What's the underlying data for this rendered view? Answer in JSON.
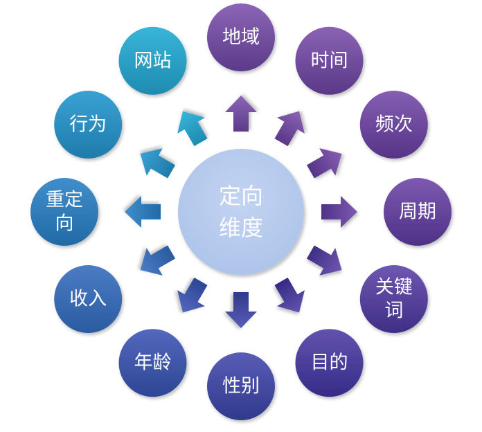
{
  "diagram": {
    "center": {
      "label_lines": [
        "定向",
        "维度"
      ],
      "fill": "#aec4ea"
    },
    "nodes": [
      {
        "label_lines": [
          "地域"
        ],
        "color_top": "#8c65b6",
        "color_bottom": "#5b3b8a"
      },
      {
        "label_lines": [
          "时间"
        ],
        "color_top": "#8a62b4",
        "color_bottom": "#5a3888"
      },
      {
        "label_lines": [
          "频次"
        ],
        "color_top": "#855eb2",
        "color_bottom": "#553486"
      },
      {
        "label_lines": [
          "周期"
        ],
        "color_top": "#7d5ab0",
        "color_bottom": "#4e3186"
      },
      {
        "label_lines": [
          "关键",
          "词"
        ],
        "color_top": "#6f57b0",
        "color_bottom": "#3f2e86"
      },
      {
        "label_lines": [
          "目的"
        ],
        "color_top": "#6253ae",
        "color_bottom": "#352b86"
      },
      {
        "label_lines": [
          "性别"
        ],
        "color_top": "#5a5cb6",
        "color_bottom": "#2f3a8c"
      },
      {
        "label_lines": [
          "年龄"
        ],
        "color_top": "#5468bc",
        "color_bottom": "#2c4694"
      },
      {
        "label_lines": [
          "收入"
        ],
        "color_top": "#4b7cc4",
        "color_bottom": "#2a5ba0"
      },
      {
        "label_lines": [
          "重定",
          "向"
        ],
        "color_top": "#3f8ecb",
        "color_bottom": "#226aa6"
      },
      {
        "label_lines": [
          "行为"
        ],
        "color_top": "#39a2d3",
        "color_bottom": "#1f7bab"
      },
      {
        "label_lines": [
          "网站"
        ],
        "color_top": "#38b5d9",
        "color_bottom": "#1e8bb0"
      }
    ]
  }
}
